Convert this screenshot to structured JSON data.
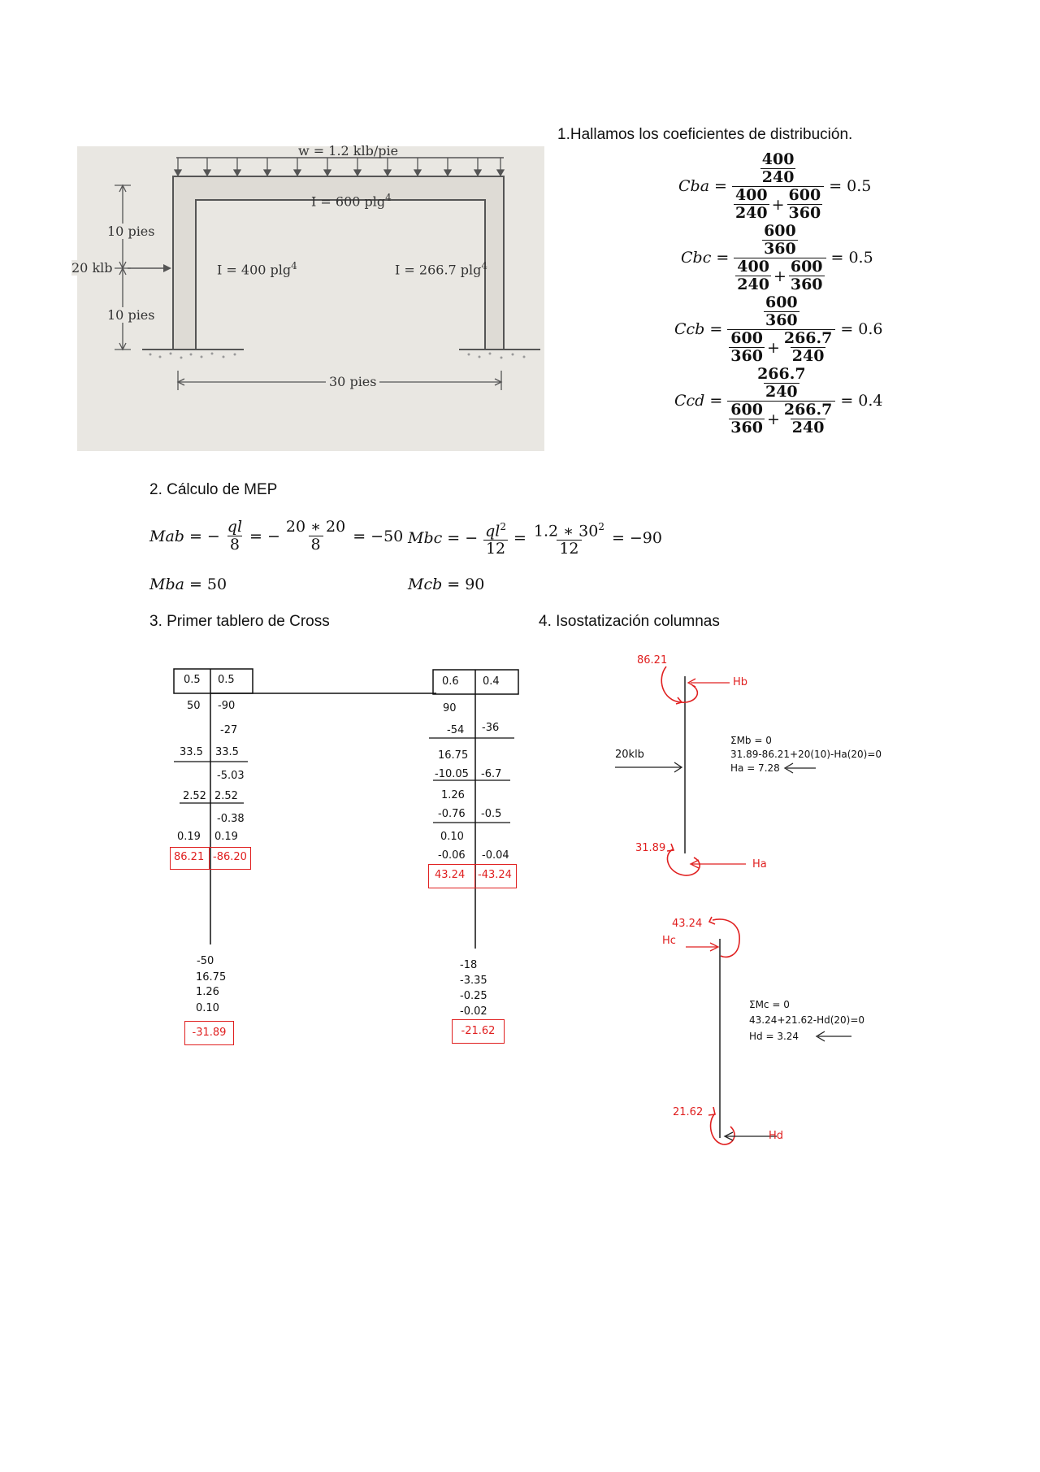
{
  "figure": {
    "load": "w = 1.2 klb/pie",
    "inertia_beam": "I = 600 plg",
    "inertia_left": "I = 400 plg",
    "inertia_right": "I = 266.7 plg",
    "exp": "4",
    "dim_top": "10 pies",
    "dim_bottom": "10 pies",
    "force": "20 klb",
    "span": "30 pies"
  },
  "section1": {
    "title": "1.Hallamos los coeficientes de distribución.",
    "coefs": [
      {
        "name": "Cba",
        "num_n": "400",
        "num_d": "240",
        "a_n": "400",
        "a_d": "240",
        "b_n": "600",
        "b_d": "360",
        "result": "0.5"
      },
      {
        "name": "Cbc",
        "num_n": "600",
        "num_d": "360",
        "a_n": "400",
        "a_d": "240",
        "b_n": "600",
        "b_d": "360",
        "result": "0.5"
      },
      {
        "name": "Ccb",
        "num_n": "600",
        "num_d": "360",
        "a_n": "600",
        "a_d": "360",
        "b_n": "266.7",
        "b_d": "240",
        "result": "0.6"
      },
      {
        "name": "Ccd",
        "num_n": "266.7",
        "num_d": "240",
        "a_n": "600",
        "a_d": "360",
        "b_n": "266.7",
        "b_d": "240",
        "result": "0.4"
      }
    ],
    "eq": "=",
    "plus": "+"
  },
  "section2": {
    "title": "2. Cálculo de MEP",
    "mab": {
      "name": "Mab",
      "minus": "−",
      "f1_n": "ql",
      "f1_d": "8",
      "f2_n": "20 ∗ 20",
      "f2_d": "8",
      "result": "−50"
    },
    "mbc": {
      "name": "Mbc",
      "minus": "−",
      "f1_n": "ql",
      "f1_sup": "2",
      "f1_d": "12",
      "f2_n": "1.2 ∗ 30",
      "f2_sup": "2",
      "f2_d": "12",
      "result": "−90"
    },
    "mba": {
      "name": "Mba",
      "value": "50"
    },
    "mcb": {
      "name": "Mcb",
      "value": "90"
    }
  },
  "section3": {
    "title": "3. Primer tablero de Cross",
    "left": {
      "head": [
        "0.5",
        "0.5"
      ],
      "rows_left": [
        "50",
        "33.5",
        "2.52",
        "0.19"
      ],
      "rows_right": [
        "-90",
        "-27",
        "33.5",
        "-5.03",
        "2.52",
        "-0.38",
        "0.19"
      ],
      "final": [
        "86.21",
        "-86.20"
      ],
      "column": [
        "-50",
        "16.75",
        "1.26",
        "0.10"
      ],
      "column_final": "-31.89"
    },
    "right": {
      "head": [
        "0.6",
        "0.4"
      ],
      "rows_left": [
        "90",
        "-54",
        "16.75",
        "-10.05",
        "1.26",
        "-0.76",
        "0.10",
        "-0.06"
      ],
      "rows_right": [
        "-36",
        "-6.7",
        "-0.5",
        "-0.04"
      ],
      "final": [
        "43.24",
        "-43.24"
      ],
      "column": [
        "-18",
        "-3.35",
        "-0.25",
        "-0.02"
      ],
      "column_final": "-21.62"
    }
  },
  "section4": {
    "title": "4. Isostatización columnas",
    "col1": {
      "top_moment": "86.21",
      "top_force": "Hb",
      "load": "20klb",
      "eq1": "ΣMb = 0",
      "eq2": "31.89-86.21+20(10)-Ha(20)=0",
      "eq3": "Ha = 7.28",
      "bottom_moment": "31.89",
      "bottom_force": "Ha"
    },
    "col2": {
      "top_moment": "43.24",
      "top_force": "Hc",
      "eq1": "ΣMc = 0",
      "eq2": "43.24+21.62-Hd(20)=0",
      "eq3": "Hd = 3.24",
      "bottom_moment": "21.62",
      "bottom_force": "Hd"
    }
  }
}
